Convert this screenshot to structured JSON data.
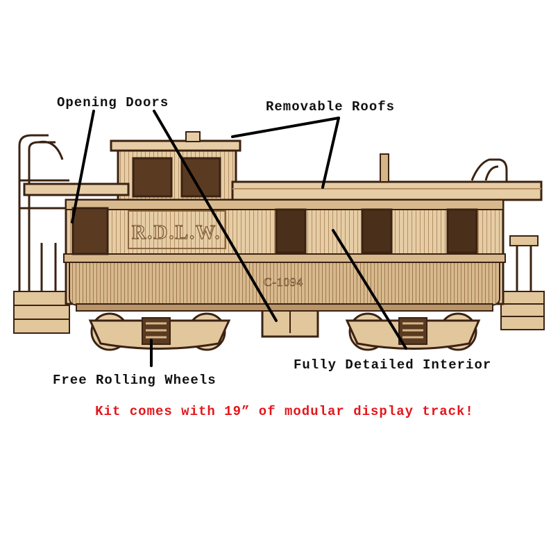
{
  "callouts": {
    "opening_doors": "Opening Doors",
    "removable_roofs": "Removable Roofs",
    "free_rolling_wheels": "Free Rolling Wheels",
    "fully_detailed_interior": "Fully Detailed Interior"
  },
  "note": "Kit comes with 19” of modular display track!",
  "car_lettering": {
    "reporting_mark": "R.D.L.W.",
    "car_number": "C-1094"
  },
  "colors": {
    "wood": "#e6cda6",
    "wood_dark": "#b89468",
    "burnt_edge": "#3b2212",
    "note_red": "#e4161b",
    "callout_text": "#111111"
  }
}
